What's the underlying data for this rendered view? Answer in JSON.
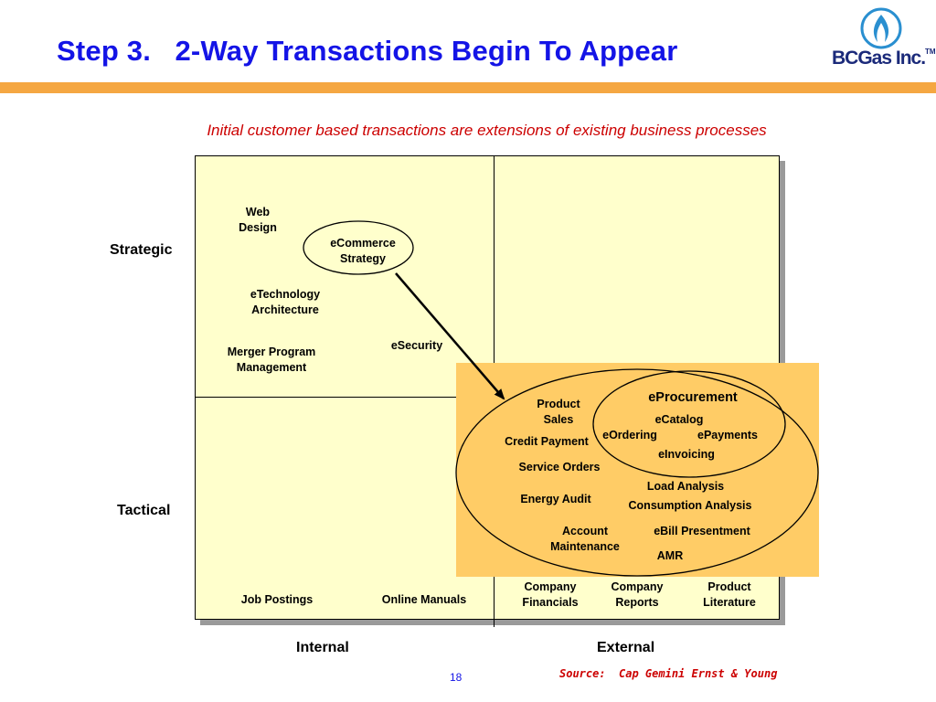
{
  "header": {
    "title": "Step 3.   2-Way Transactions Begin To Appear",
    "logo_text": "BCGas Inc.",
    "logo_tm": "TM"
  },
  "subtitle": "Initial customer based transactions are extensions of existing business processes",
  "axes": {
    "row_strategic": "Strategic",
    "row_tactical": "Tactical",
    "col_internal": "Internal",
    "col_external": "External"
  },
  "items": {
    "web_design": "Web\nDesign",
    "ecommerce_strategy": "eCommerce\nStrategy",
    "etechnology_architecture": "eTechnology\nArchitecture",
    "merger_program_management": "Merger Program\nManagement",
    "esecurity": "eSecurity",
    "product_sales": "Product\nSales",
    "eprocurement": "eProcurement",
    "ecatalog": "eCatalog",
    "eordering": "eOrdering",
    "epayments": "ePayments",
    "credit_payment": "Credit Payment",
    "einvoicing": "eInvoicing",
    "service_orders": "Service Orders",
    "load_analysis": "Load Analysis",
    "energy_audit": "Energy Audit",
    "consumption_analysis": "Consumption Analysis",
    "account_maintenance": "Account\nMaintenance",
    "ebill_presentment": "eBill Presentment",
    "amr": "AMR",
    "job_postings": "Job Postings",
    "online_manuals": "Online Manuals",
    "company_financials": "Company\nFinancials",
    "company_reports": "Company\nReports",
    "product_literature": "Product\nLiterature"
  },
  "footer": {
    "page_number": "18",
    "source": "Source:  Cap Gemini Ernst & Young"
  },
  "colors": {
    "title": "#1414e6",
    "accent_rule": "#f5a742",
    "grid_fill": "#ffffcc",
    "highlight_box": "#ffcc66",
    "subtitle": "#cc0000"
  }
}
